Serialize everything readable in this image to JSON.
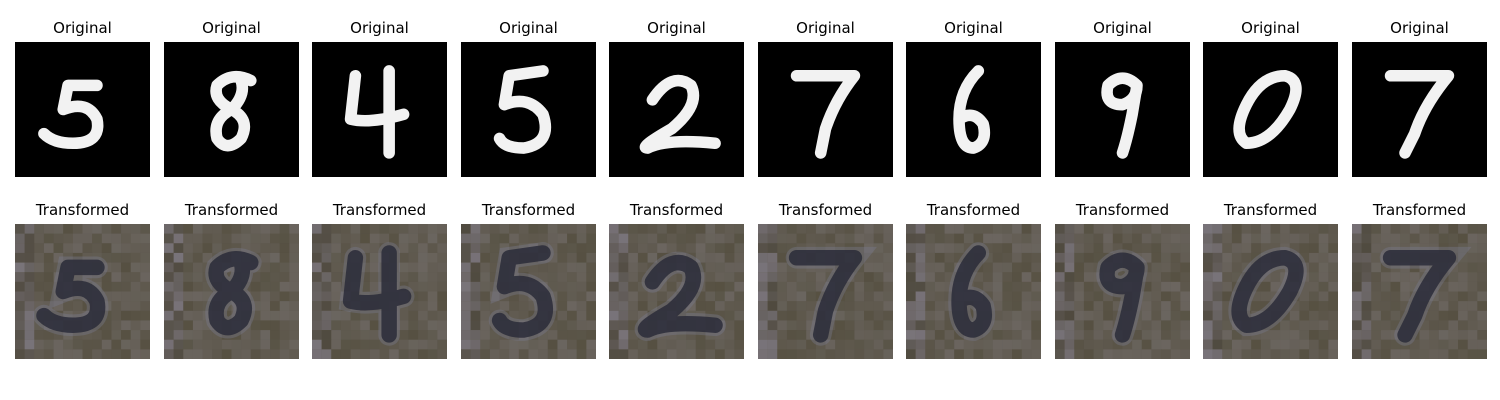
{
  "rows": [
    {
      "label": "Original",
      "panels": [
        {
          "title": "Original",
          "digit": "5"
        },
        {
          "title": "Original",
          "digit": "8"
        },
        {
          "title": "Original",
          "digit": "4"
        },
        {
          "title": "Original",
          "digit": "5"
        },
        {
          "title": "Original",
          "digit": "2"
        },
        {
          "title": "Original",
          "digit": "7"
        },
        {
          "title": "Original",
          "digit": "6"
        },
        {
          "title": "Original",
          "digit": "9"
        },
        {
          "title": "Original",
          "digit": "0"
        },
        {
          "title": "Original",
          "digit": "7"
        }
      ]
    },
    {
      "label": "Transformed",
      "panels": [
        {
          "title": "Transformed",
          "digit": "5"
        },
        {
          "title": "Transformed",
          "digit": "8"
        },
        {
          "title": "Transformed",
          "digit": "4"
        },
        {
          "title": "Transformed",
          "digit": "5"
        },
        {
          "title": "Transformed",
          "digit": "2"
        },
        {
          "title": "Transformed",
          "digit": "7"
        },
        {
          "title": "Transformed",
          "digit": "6"
        },
        {
          "title": "Transformed",
          "digit": "9"
        },
        {
          "title": "Transformed",
          "digit": "0"
        },
        {
          "title": "Transformed",
          "digit": "7"
        }
      ]
    }
  ],
  "colors": {
    "original_bg": "#000000",
    "original_stroke": "#f2f2f2",
    "transformed_bg": "#5c5646",
    "transformed_stroke": "#2a2c38"
  }
}
